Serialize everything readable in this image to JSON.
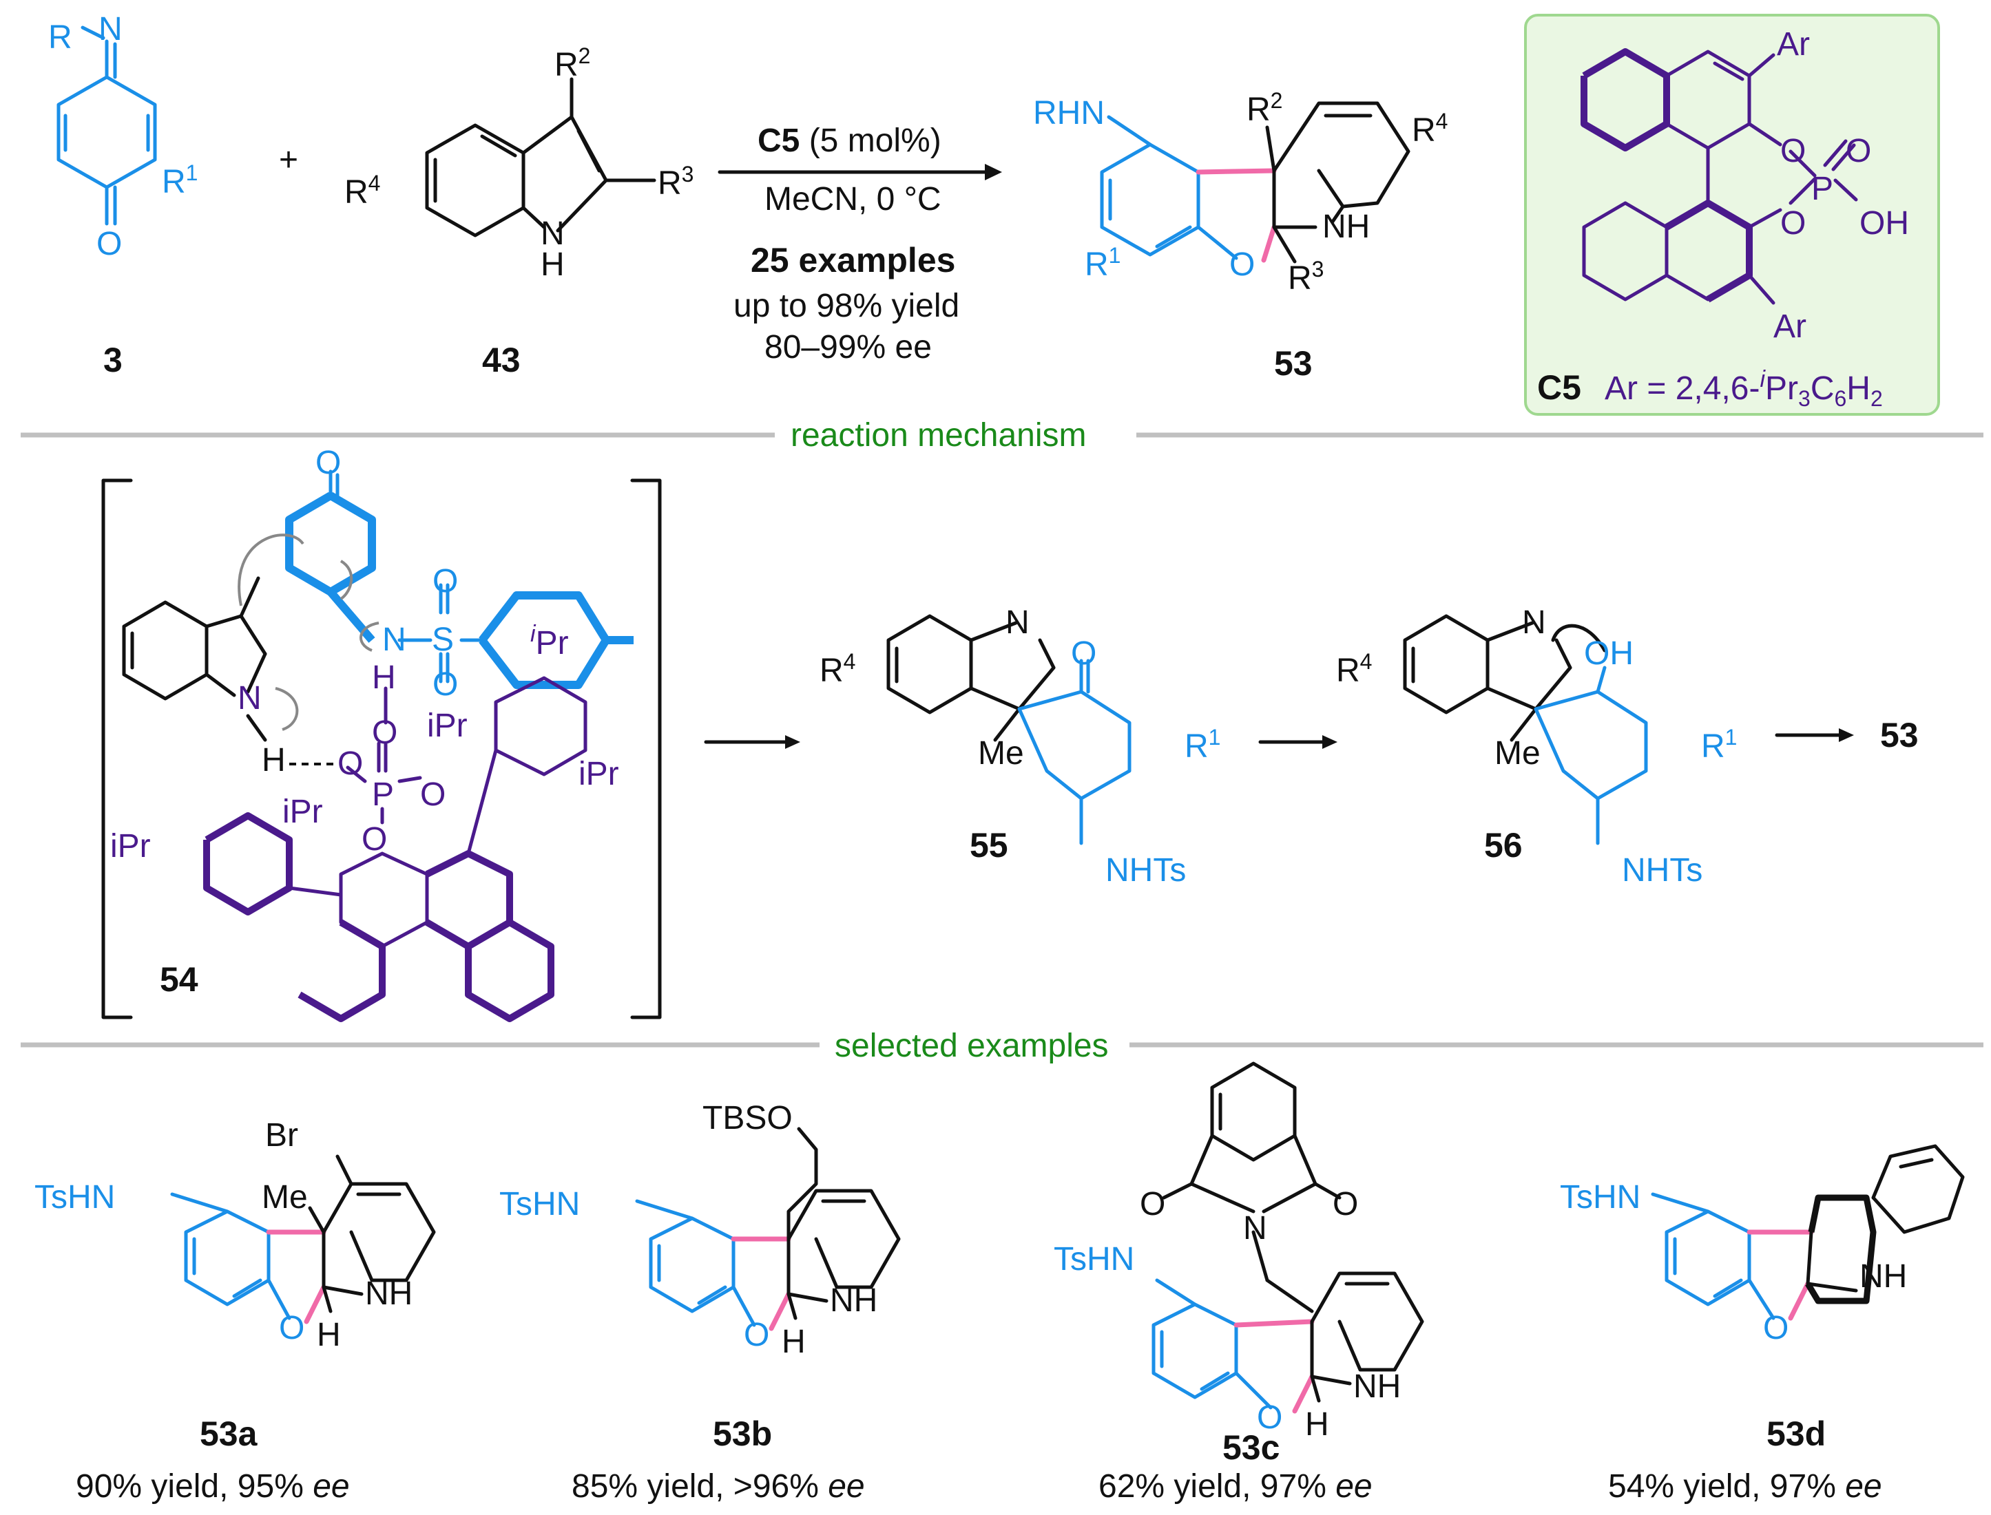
{
  "colors": {
    "highlight_blue": "#1a8fe8",
    "catalyst_purple": "#4a1a8c",
    "bond_pink": "#f06aa8",
    "section_green": "#1a8a1a",
    "catalyst_box_fill": "#eaf7e3",
    "catalyst_box_border": "#9fd88f"
  },
  "reaction": {
    "reactant_1": {
      "label": "3",
      "groups": {
        "r": "R",
        "n": "N",
        "r1": "R",
        "r1_sup": "1",
        "o": "O"
      }
    },
    "plus": "+",
    "reactant_2": {
      "label": "43",
      "groups": {
        "r2": "R",
        "r2_sup": "2",
        "r3": "R",
        "r3_sup": "3",
        "r4": "R",
        "r4_sup": "4",
        "nh_n": "N",
        "nh_h": "H"
      }
    },
    "conditions": {
      "catalyst": "C5",
      "loading": " (5 mol%)",
      "solvent_temp": "MeCN, 0 °C",
      "examples": "25 examples",
      "yield": "up to 98% yield",
      "ee": "80–99% ee"
    },
    "product": {
      "label": "53",
      "groups": {
        "rhn": "RHN",
        "r2": "R",
        "r2_sup": "2",
        "r4": "R",
        "r4_sup": "4",
        "nh": "NH",
        "r1": "R",
        "r1_sup": "1",
        "o": "O",
        "r3": "R",
        "r3_sup": "3"
      }
    },
    "catalyst_box": {
      "label": "C5",
      "ar_def_prefix": "Ar = 2,4,6-",
      "ar_def_i": "i",
      "ar_def_pr": "Pr",
      "ar_def_sub3": "3",
      "ar_def_c": "C",
      "ar_def_sub6": "6",
      "ar_def_h": "H",
      "ar_def_sub2": "2",
      "groups": {
        "ar_top": "Ar",
        "ar_bottom": "Ar",
        "o1": "O",
        "o2": "O",
        "p": "P",
        "o_double": "O",
        "oh": "OH"
      }
    }
  },
  "sections": {
    "mechanism": "reaction mechanism",
    "examples": "selected examples"
  },
  "mechanism": {
    "ts_label": "54",
    "ts_groups": {
      "o_top": "O",
      "n_sulf": "N",
      "s": "S",
      "o_s1": "O",
      "o_s2": "O",
      "ipr_i": "i",
      "ipr_pr": "Pr",
      "n_ind": "N",
      "h_ind": "H",
      "o_p": "O",
      "h_o": "H",
      "o_h": "O",
      "p": "P",
      "o_a": "O",
      "o_b": "O",
      "ipr1": "iPr",
      "ipr2": "iPr",
      "ipr3": "iPr",
      "ipr4": "iPr"
    },
    "intermediate_1": {
      "label": "55",
      "groups": {
        "n": "N",
        "r4": "R",
        "r4_sup": "4",
        "o": "O",
        "me": "Me",
        "r1": "R",
        "r1_sup": "1",
        "nhts": "NHTs"
      }
    },
    "intermediate_2": {
      "label": "56",
      "groups": {
        "n": "N",
        "r4": "R",
        "r4_sup": "4",
        "oh": "OH",
        "me": "Me",
        "r1": "R",
        "r1_sup": "1",
        "nhts": "NHTs"
      }
    },
    "final": "53"
  },
  "examples": [
    {
      "id": "53a",
      "yield": "90% yield, 95% ",
      "ee_word": "ee",
      "groups": {
        "tshn": "TsHN",
        "br": "Br",
        "me": "Me",
        "o": "O",
        "nh": "NH",
        "h": "H"
      }
    },
    {
      "id": "53b",
      "yield": "85% yield, >96% ",
      "ee_word": "ee",
      "groups": {
        "tshn": "TsHN",
        "tbso": "TBSO",
        "o": "O",
        "nh": "NH",
        "h": "H"
      }
    },
    {
      "id": "53c",
      "yield": "62% yield, 97% ",
      "ee_word": "ee",
      "groups": {
        "tshn": "TsHN",
        "o1": "O",
        "n": "N",
        "o2": "O",
        "o": "O",
        "nh": "NH",
        "h": "H"
      }
    },
    {
      "id": "53d",
      "yield": "54% yield, 97% ",
      "ee_word": "ee",
      "groups": {
        "tshn": "TsHN",
        "o": "O",
        "nh": "NH"
      }
    }
  ]
}
